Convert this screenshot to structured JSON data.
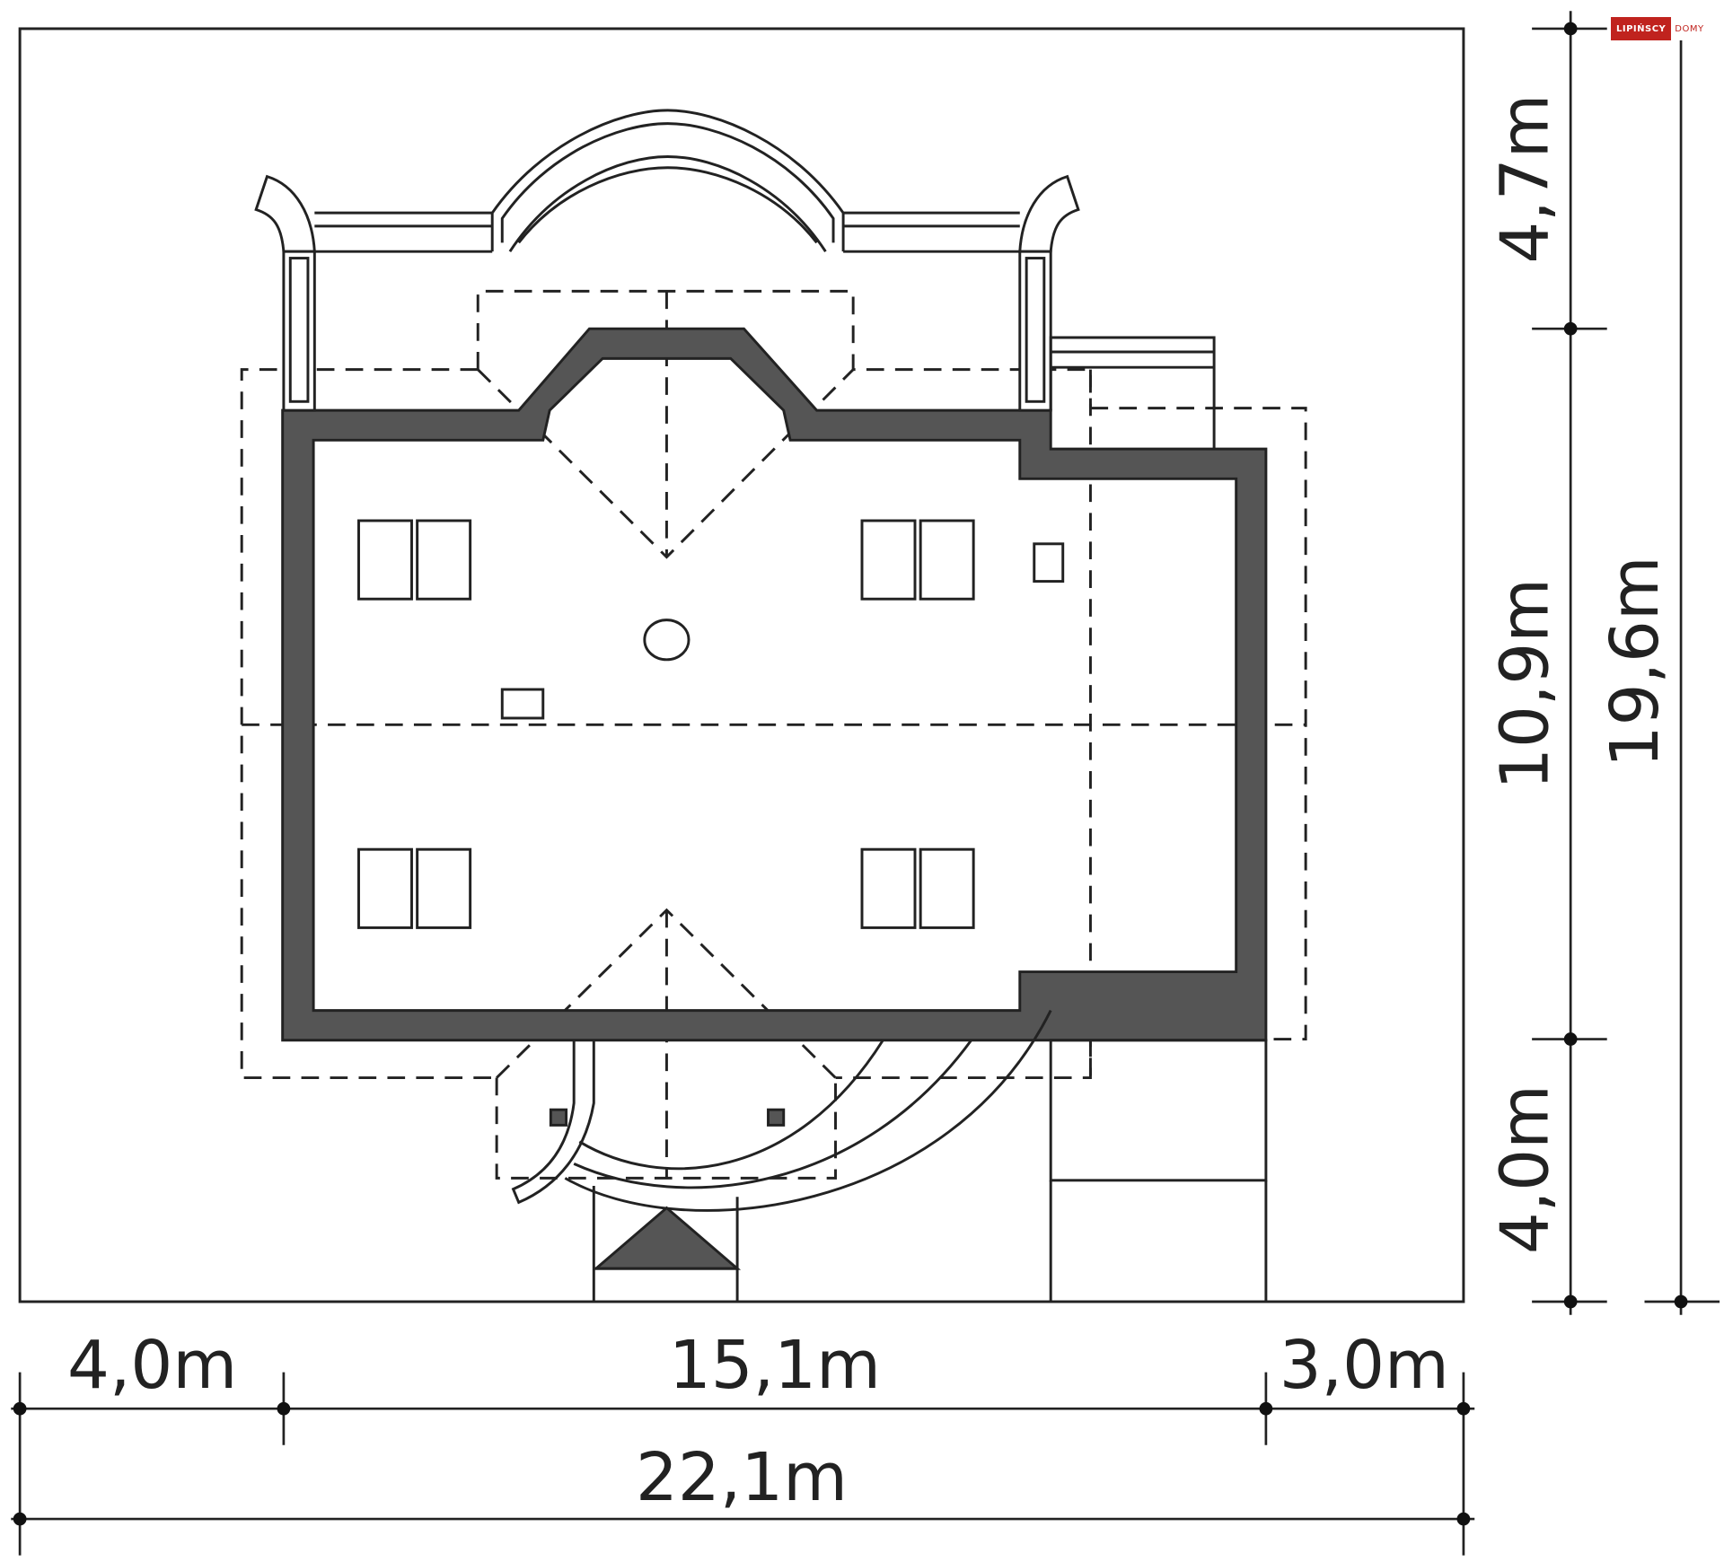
{
  "drawing": {
    "type": "site plan / roof plan",
    "colors": {
      "wall_fill": "#555555",
      "line": "#222222",
      "background": "#ffffff",
      "brand": "#c0231e"
    }
  },
  "dimensions": {
    "bottom": {
      "left_setback": "4,0m",
      "building_width": "15,1m",
      "right_setback": "3,0m",
      "total_width": "22,1m"
    },
    "right": {
      "top_setback": "4,7m",
      "building_depth": "10,9m",
      "bottom_setback": "4,0m",
      "total_depth": "19,6m"
    }
  },
  "logo": {
    "part1": "LIPIŃSCY",
    "part2": "DOMY"
  }
}
